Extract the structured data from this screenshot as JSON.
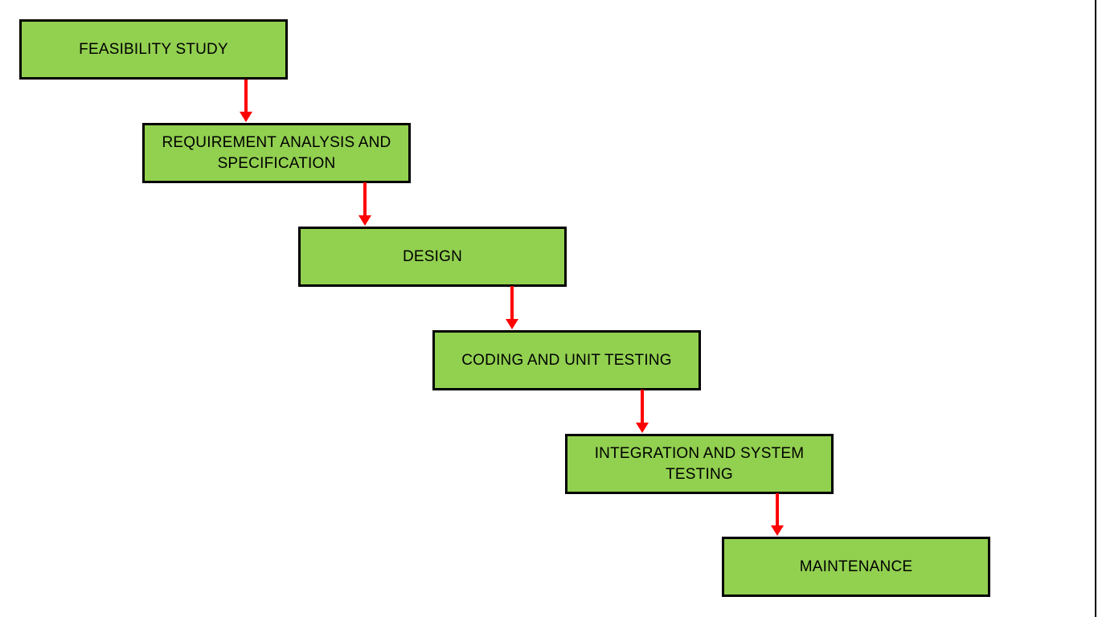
{
  "diagram": {
    "type": "flowchart",
    "boxes": [
      {
        "label": "FEASIBILITY STUDY"
      },
      {
        "label": "REQUIREMENT ANALYSIS AND SPECIFICATION"
      },
      {
        "label": "DESIGN"
      },
      {
        "label": "CODING AND UNIT TESTING"
      },
      {
        "label": "INTEGRATION AND SYSTEM TESTING"
      },
      {
        "label": "MAINTENANCE"
      }
    ],
    "connections": [
      {
        "from": 0,
        "to": 1,
        "direction": "down"
      },
      {
        "from": 1,
        "to": 2,
        "direction": "down"
      },
      {
        "from": 2,
        "to": 3,
        "direction": "down"
      },
      {
        "from": 3,
        "to": 4,
        "direction": "down"
      },
      {
        "from": 4,
        "to": 5,
        "direction": "down"
      }
    ],
    "colors": {
      "box_fill": "#92D050",
      "box_border": "#000000",
      "arrow": "#FF0000",
      "text": "#000000",
      "background": "#FFFFFF"
    }
  }
}
